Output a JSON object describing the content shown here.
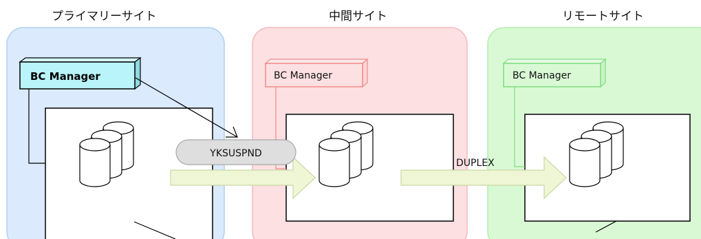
{
  "sites": {
    "primary": {
      "title": "プライマリーサイト",
      "manager_label": "BC Manager",
      "fill": "#dbeafd",
      "edge": "#aed0f2"
    },
    "intermediate": {
      "title": "中間サイト",
      "manager_label": "BC Manager",
      "fill": "#fde0e2",
      "edge": "#f6b8bc"
    },
    "remote": {
      "title": "リモートサイト",
      "manager_label": "BC Manager",
      "fill": "#d9f9d5",
      "edge": "#b3eead"
    }
  },
  "links": {
    "primary_to_intermediate": {
      "status": "YKSUSPND"
    },
    "intermediate_to_remote": {
      "status": "DUPLEX"
    }
  },
  "colors": {
    "arrow_fill": "#eff6d6",
    "arrow_edge": "#c9d7a3",
    "manager_primary_fill": "#b9f4fb",
    "manager_intermediate_stroke": "#f08a8a",
    "manager_remote_stroke": "#7fde7f",
    "status_pill_fill": "#dedede"
  }
}
